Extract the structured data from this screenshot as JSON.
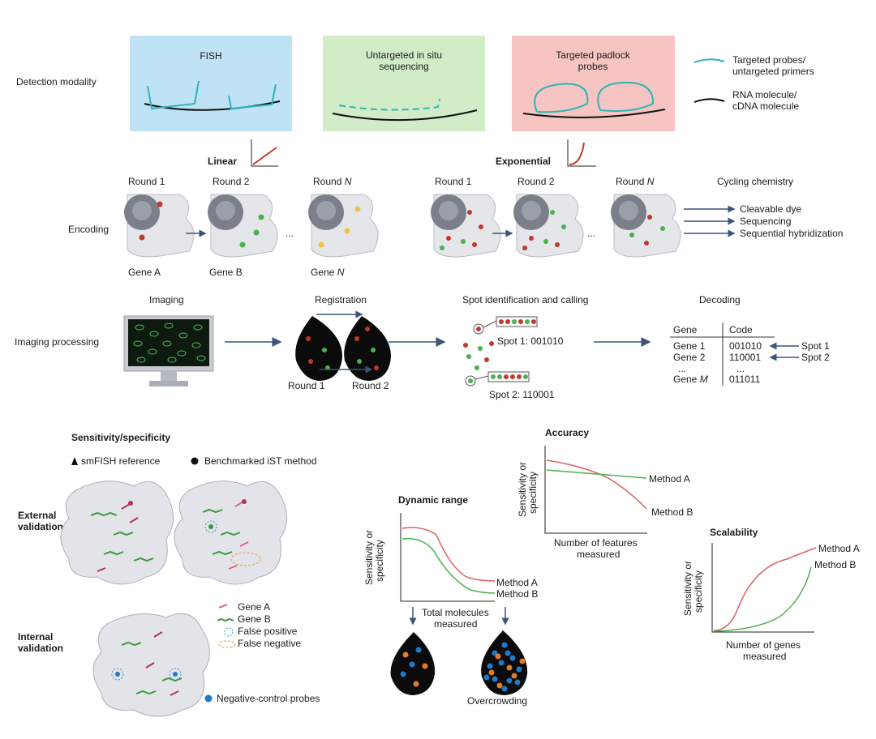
{
  "top": {
    "row_labels": {
      "detection": "Detection modality",
      "encoding": "Encoding",
      "imaging": "Imaging processing"
    },
    "boxes": {
      "fish": "FISH",
      "untargeted_l1": "Untargeted in situ",
      "untargeted_l2": "sequencing",
      "padlock_l1": "Targeted padlock",
      "padlock_l2": "probes"
    },
    "legend": {
      "probe_l1": "Targeted probes/",
      "probe_l2": "untargeted primers",
      "rna_l1": "RNA molecule/",
      "rna_l2": "cDNA molecule"
    },
    "colors": {
      "fish": "#bfe3f5",
      "untargeted": "#d2ecc8",
      "padlock": "#f6c5c1",
      "probe": "#2cb3b8",
      "accent_red": "#c0392b",
      "green": "#4caf50",
      "yellow": "#f2c14e",
      "arrow": "#3b5577"
    },
    "linear": "Linear",
    "exponential": "Exponential",
    "rounds": {
      "r1": "Round 1",
      "r2": "Round 2",
      "rn": "Round ",
      "n": "N",
      "ellipsis": "..."
    },
    "genes": {
      "a": "Gene A",
      "b": "Gene B",
      "n_pre": "Gene ",
      "n": "N"
    },
    "cycling": {
      "title": "Cycling chemistry",
      "items": [
        "Cleavable dye",
        "Sequencing",
        "Sequential hybridization"
      ]
    },
    "processing": {
      "imaging": "Imaging",
      "registration": "Registration",
      "round1": "Round 1",
      "round2": "Round 2",
      "spot_title": "Spot identification and calling",
      "spot1": "Spot 1: 001010",
      "spot2": "Spot 2: 110001",
      "decoding": "Decoding",
      "table": {
        "head_gene": "Gene",
        "head_code": "Code",
        "rows": [
          {
            "gene": "Gene 1",
            "code": "001010"
          },
          {
            "gene": "Gene 2",
            "code": "110001"
          },
          {
            "gene": "...",
            "code": "..."
          },
          {
            "gene": "Gene ",
            "gene_italic": "M",
            "code": "011011"
          }
        ],
        "spot1": "Spot 1",
        "spot2": "Spot 2"
      }
    }
  },
  "bottom": {
    "sens": {
      "title": "Sensitivity/specificity",
      "ref": "smFISH reference",
      "bench": "Benchmarked iST method",
      "external_l1": "External",
      "external_l2": "validation",
      "internal_l1": "Internal",
      "internal_l2": "validation",
      "legend": [
        "Gene A",
        "Gene B",
        "False positive",
        "False negative"
      ],
      "neg": "Negative-control probes"
    },
    "dynamic": {
      "title": "Dynamic range",
      "ylabel_l1": "Sensitivity or",
      "ylabel_l2": "specificity",
      "xlabel_l1": "Total molecules",
      "xlabel_l2": "measured",
      "method_a": "Method A",
      "method_b": "Method B",
      "overcrowding": "Overcrowding"
    },
    "accuracy": {
      "title": "Accuracy",
      "ylabel_l1": "Sensitivity or",
      "ylabel_l2": "specificity",
      "xlabel_l1": "Number of features",
      "xlabel_l2": "measured",
      "method_a": "Method A",
      "method_b": "Method B"
    },
    "scalability": {
      "title": "Scalability",
      "ylabel_l1": "Sensitivity or",
      "ylabel_l2": "specificity",
      "xlabel_l1": "Number of genes",
      "xlabel_l2": "measured",
      "method_a": "Method A",
      "method_b": "Method B"
    }
  }
}
